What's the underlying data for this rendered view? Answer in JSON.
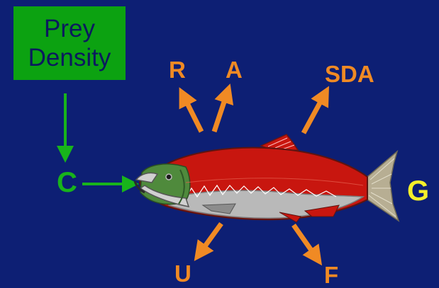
{
  "prey_box": {
    "line1": "Prey",
    "line2": "Density"
  },
  "labels": {
    "consumption": "C",
    "respiration": "R",
    "activity": "A",
    "specific_dynamic_action": "SDA",
    "excretion": "U",
    "egestion": "F",
    "growth": "G"
  },
  "colors": {
    "background": "#0d1f74",
    "prey_box": "#0ca211",
    "input_arrow": "#18b41b",
    "output_arrow": "#f08a24",
    "growth": "#f5ef2a",
    "fish_body": "#c8160f"
  }
}
